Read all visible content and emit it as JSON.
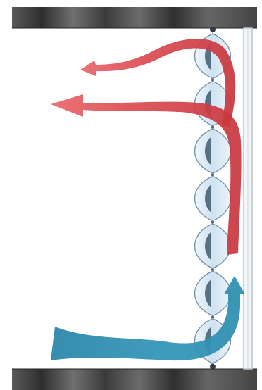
{
  "diagram": {
    "colors": {
      "warm_air": "#d9434a",
      "warm_air_light": "#e8777b",
      "cool_air": "#2f8fb0",
      "cool_air_light": "#5bb0cc",
      "slab_dark": "#3a3a3a",
      "slab_mid": "#6a6a6a",
      "glass_fill": "#dbe9f4",
      "glass_stroke": "#6f8ea8",
      "blade_dark": "#3f5a70",
      "frame": "#b9c4cc"
    },
    "louver_count": 7,
    "flows": [
      {
        "name": "warm-air-upper",
        "color_key": "warm_air"
      },
      {
        "name": "warm-air-lower",
        "color_key": "warm_air"
      },
      {
        "name": "cool-air-intake",
        "color_key": "cool_air"
      }
    ]
  }
}
